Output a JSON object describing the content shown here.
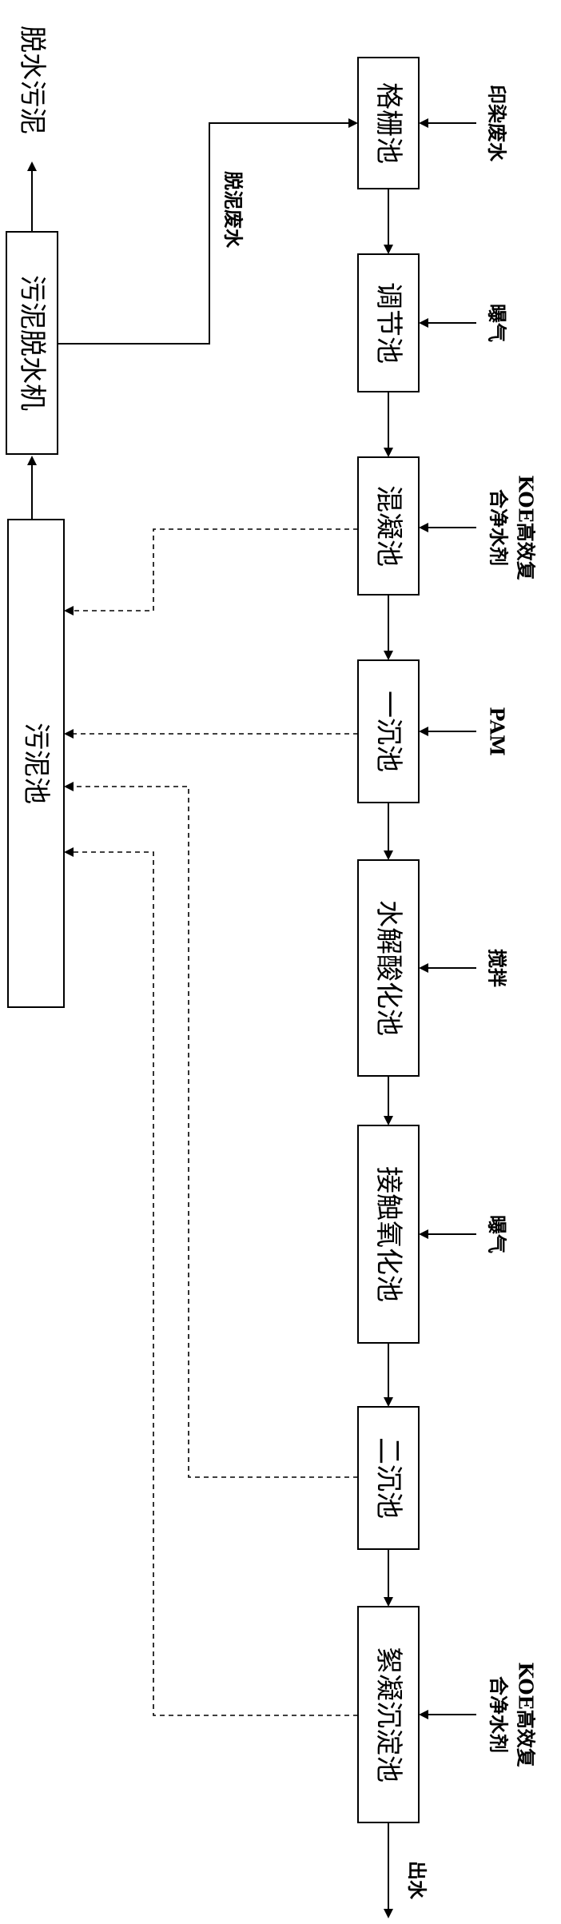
{
  "process": {
    "grille": "格栅池",
    "adjust": "调节池",
    "coag": "混凝池",
    "sed1": "一沉池",
    "hydro": "水解酸化池",
    "contact": "接触氧化池",
    "sed2": "二沉池",
    "floc": "絮凝沉淀池"
  },
  "inputs": {
    "wastewater": "印染废水",
    "aeration1": "曝气",
    "koe1_line1": "KOE高效复",
    "koe1_line2": "合净水剂",
    "pam": "PAM",
    "stir": "搅拌",
    "aeration2": "曝气",
    "koe2_line1": "KOE高效复",
    "koe2_line2": "合净水剂"
  },
  "outputs": {
    "effluent": "出水",
    "dewatered_sludge": "脱水污泥",
    "dewater_wastewater": "脱泥废水"
  },
  "sludge": {
    "tank": "污泥池",
    "dewater_machine": "污泥脱水机"
  }
}
